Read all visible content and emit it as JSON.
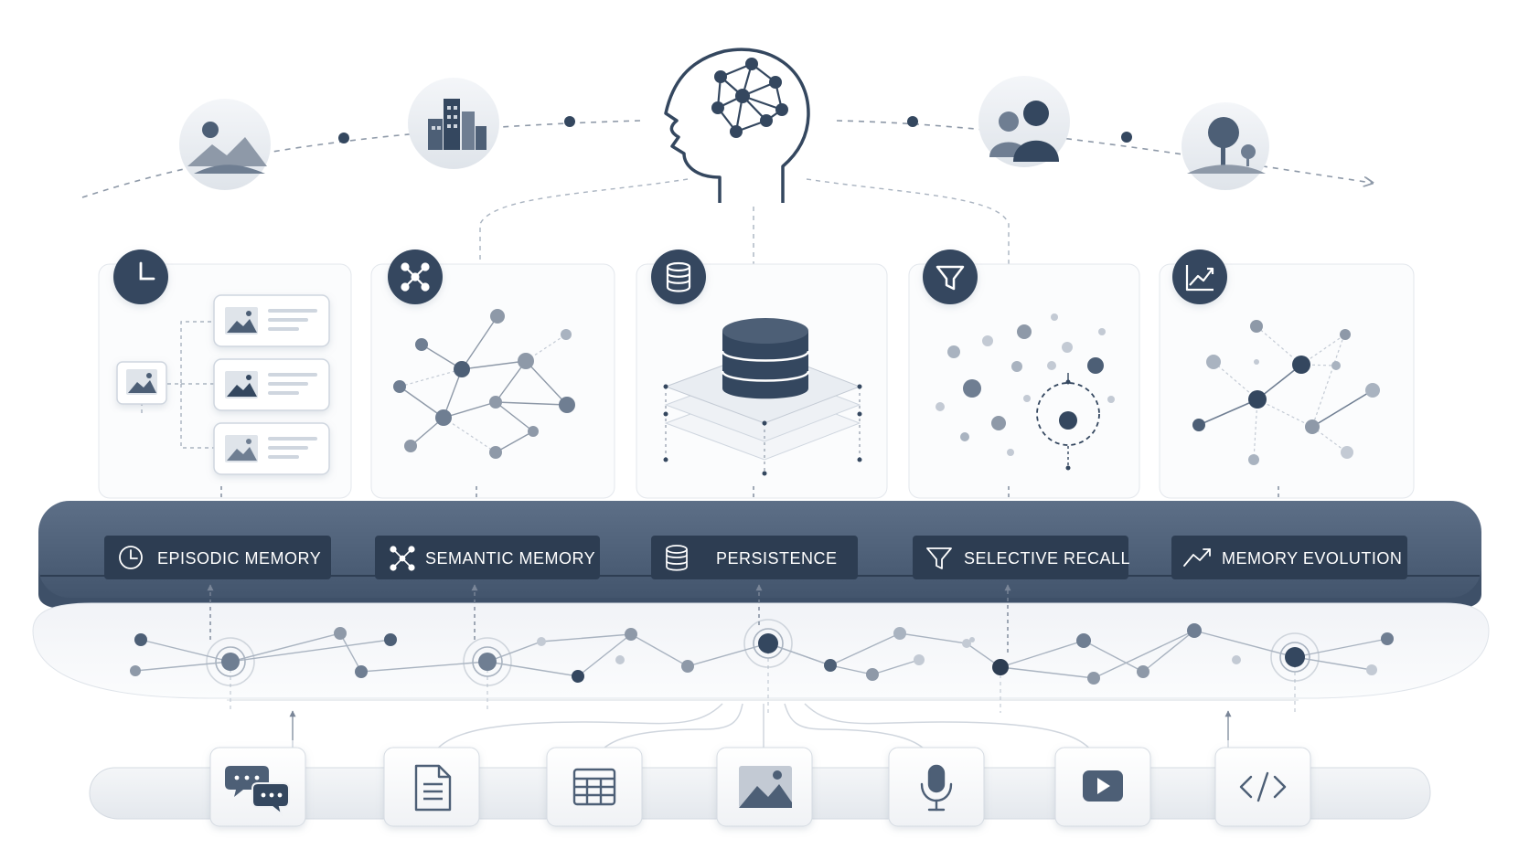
{
  "colors": {
    "navy": "#34475f",
    "slate": "#4d5f76",
    "mid": "#6f7e92",
    "light": "#a9b3c0",
    "pale": "#e9edf2",
    "card_border": "#dfe4ea",
    "line": "#8e99a8"
  },
  "top_flow": {
    "left_icons": [
      "landscape-icon",
      "city-icon"
    ],
    "center_icon": "brain-network-icon",
    "right_icons": [
      "people-icon",
      "tree-icon"
    ]
  },
  "modules": [
    {
      "id": "episodic",
      "label": "EPISODIC MEMORY",
      "icon": "clock-icon"
    },
    {
      "id": "semantic",
      "label": "SEMANTIC MEMORY",
      "icon": "network-icon"
    },
    {
      "id": "persistence",
      "label": "PERSISTENCE",
      "icon": "database-icon"
    },
    {
      "id": "selective",
      "label": "SELECTIVE RECALL",
      "icon": "filter-icon"
    },
    {
      "id": "evolution",
      "label": "MEMORY EVOLUTION",
      "icon": "trend-up-icon"
    }
  ],
  "inputs": [
    {
      "id": "chat",
      "icon": "chat-icon"
    },
    {
      "id": "document",
      "icon": "document-icon"
    },
    {
      "id": "table",
      "icon": "table-icon"
    },
    {
      "id": "image",
      "icon": "image-icon"
    },
    {
      "id": "audio",
      "icon": "microphone-icon"
    },
    {
      "id": "video",
      "icon": "video-play-icon"
    },
    {
      "id": "code",
      "icon": "code-icon"
    }
  ]
}
